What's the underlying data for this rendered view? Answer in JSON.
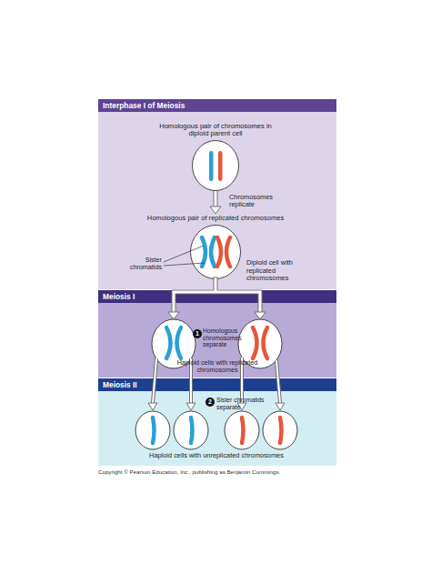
{
  "diagram": {
    "caption": "Copyright © Pearson Education, Inc., publishing as Benjamin Cummings.",
    "nodes": [
      {
        "text": [
          "Interphase I of Meiosis"
        ]
      },
      {
        "text": [
          "Homologous pair of chromosomes in diploid parent cell"
        ],
        "in": 0
      },
      {
        "text": [
          "Homologous pair of replicated chromosomes",
          "Diploid cell with replicated chromosomes"
        ],
        "in": 0
      },
      {
        "text": [
          "Meiosis I"
        ]
      },
      {
        "text": [
          "Meiosis II"
        ]
      }
    ],
    "edges": [
      {
        "from": 1,
        "to": 2,
        "arrow": "to",
        "label": "Chromosomes replicate"
      }
    ],
    "labels": [
      "Sister chromatids",
      "1",
      "Homologous chromosomes separate",
      "Haploid cells with replicated chromosomes",
      "2",
      "Sister chromatids separate",
      "Haploid cells with unreplicated chromosomes"
    ]
  }
}
